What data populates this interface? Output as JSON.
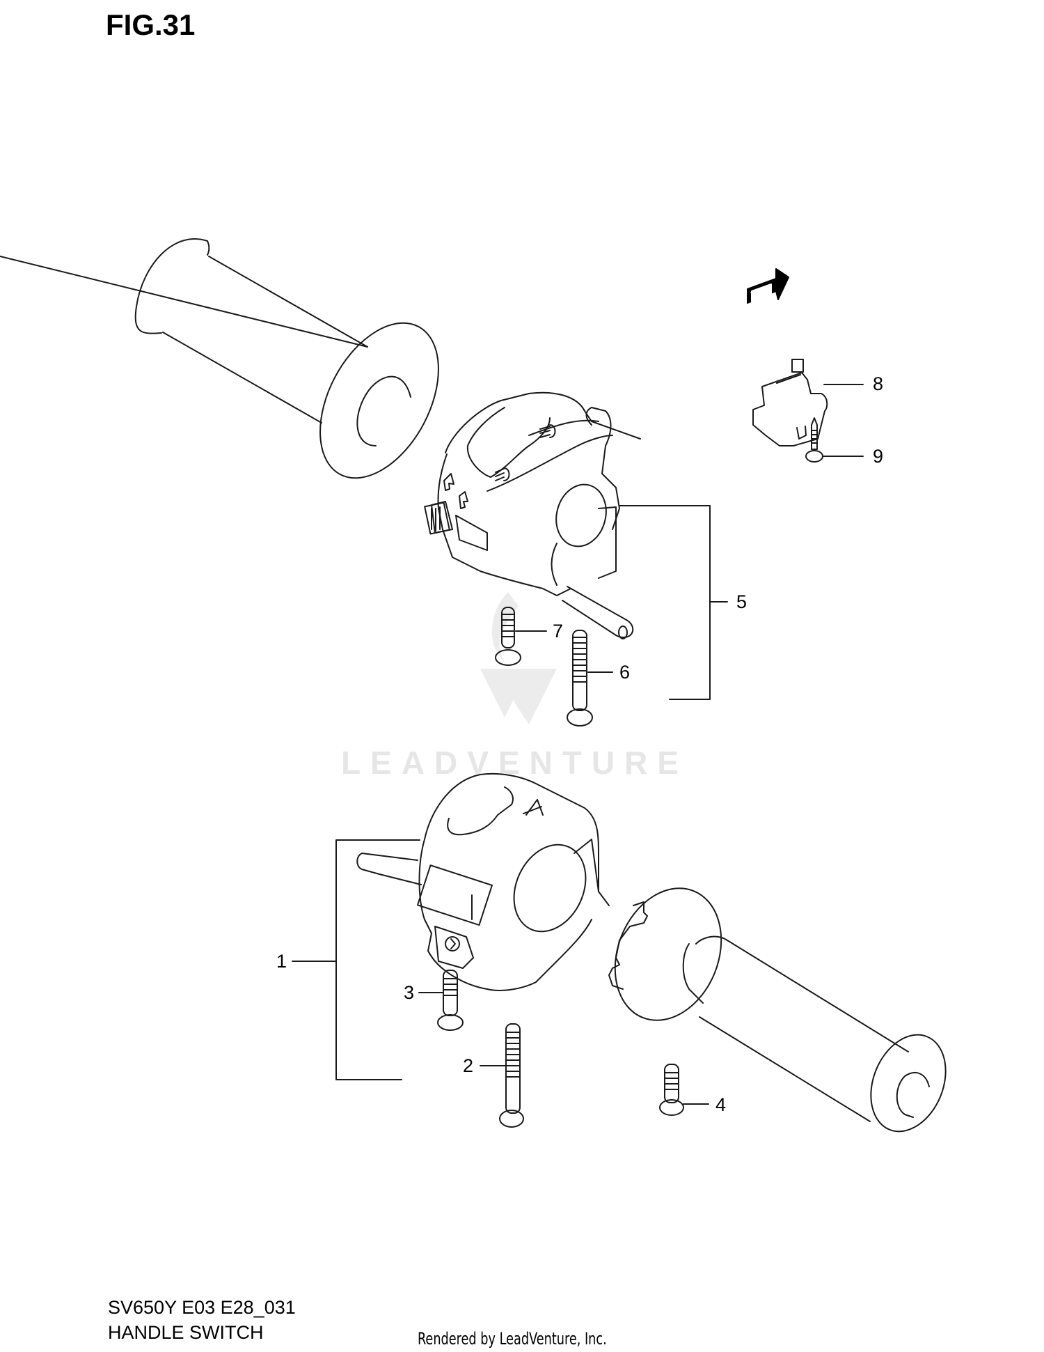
{
  "figure": {
    "title": "FIG.31",
    "model_code": "SV650Y E03 E28_031",
    "section_name": "HANDLE SWITCH",
    "rendered_by": "Rendered by LeadVenture, Inc.",
    "watermark": "LEADVENTURE",
    "direction_indicator": "FWD"
  },
  "callouts": [
    {
      "number": "1",
      "part": "right-handle-switch-assembly"
    },
    {
      "number": "2",
      "part": "long-screw-right"
    },
    {
      "number": "3",
      "part": "short-screw-right"
    },
    {
      "number": "4",
      "part": "grip-screw"
    },
    {
      "number": "5",
      "part": "left-handle-switch-assembly"
    },
    {
      "number": "6",
      "part": "long-screw-left"
    },
    {
      "number": "7",
      "part": "short-screw-left"
    },
    {
      "number": "8",
      "part": "switch-module"
    },
    {
      "number": "9",
      "part": "tapping-screw"
    }
  ],
  "colors": {
    "line": "#1a1a1a",
    "watermark": "#e6e6e6",
    "background": "#ffffff"
  }
}
